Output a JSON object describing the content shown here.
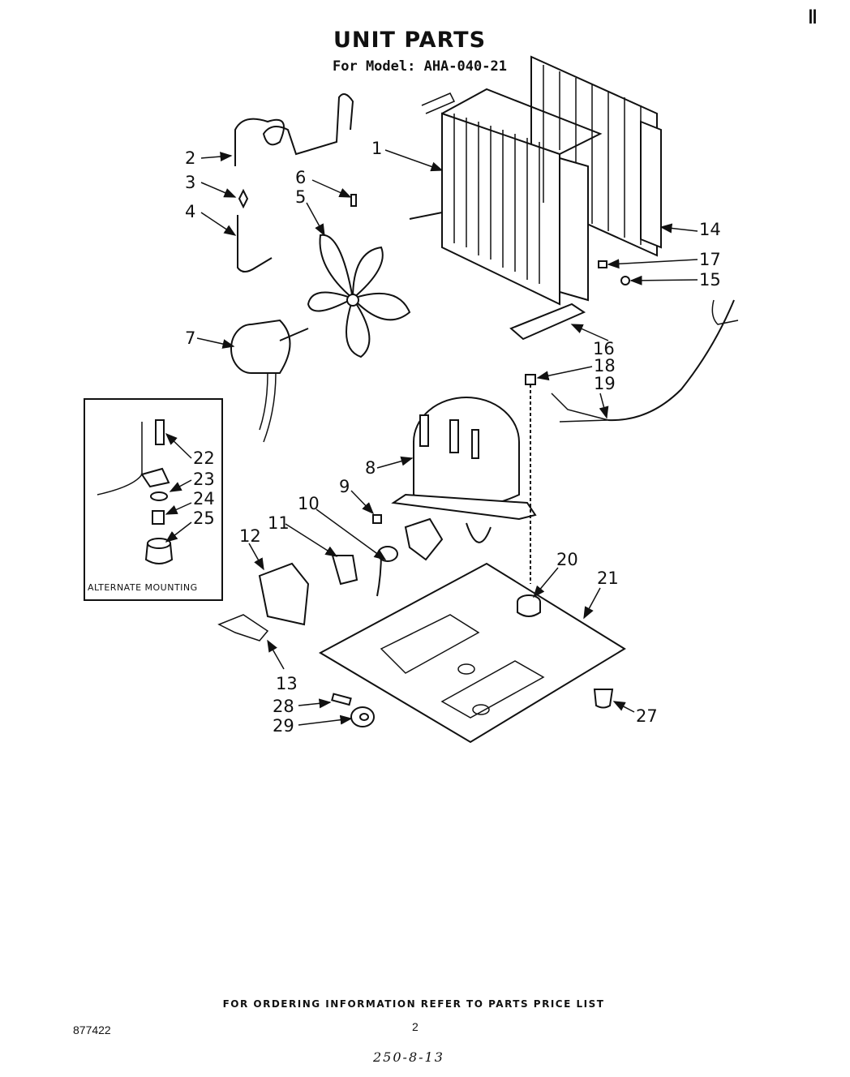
{
  "header": {
    "title": "UNIT PARTS",
    "model_line": "For Model: AHA-040-21",
    "corner_mark": "‖"
  },
  "diagram": {
    "parts": [
      {
        "number": "1"
      },
      {
        "number": "2"
      },
      {
        "number": "3"
      },
      {
        "number": "4"
      },
      {
        "number": "5"
      },
      {
        "number": "6"
      },
      {
        "number": "7"
      },
      {
        "number": "8"
      },
      {
        "number": "9"
      },
      {
        "number": "10"
      },
      {
        "number": "11"
      },
      {
        "number": "12"
      },
      {
        "number": "13"
      },
      {
        "number": "14"
      },
      {
        "number": "15"
      },
      {
        "number": "16"
      },
      {
        "number": "17"
      },
      {
        "number": "18"
      },
      {
        "number": "19"
      },
      {
        "number": "20"
      },
      {
        "number": "21"
      },
      {
        "number": "22"
      },
      {
        "number": "23"
      },
      {
        "number": "24"
      },
      {
        "number": "25"
      },
      {
        "number": "27"
      },
      {
        "number": "28"
      },
      {
        "number": "29"
      }
    ],
    "inset_caption": "ALTERNATE MOUNTING"
  },
  "footer": {
    "ordering_note": "FOR ORDERING INFORMATION REFER TO PARTS PRICE LIST",
    "document_number": "877422",
    "page_number": "2",
    "handwritten_code": "250-8-13"
  }
}
